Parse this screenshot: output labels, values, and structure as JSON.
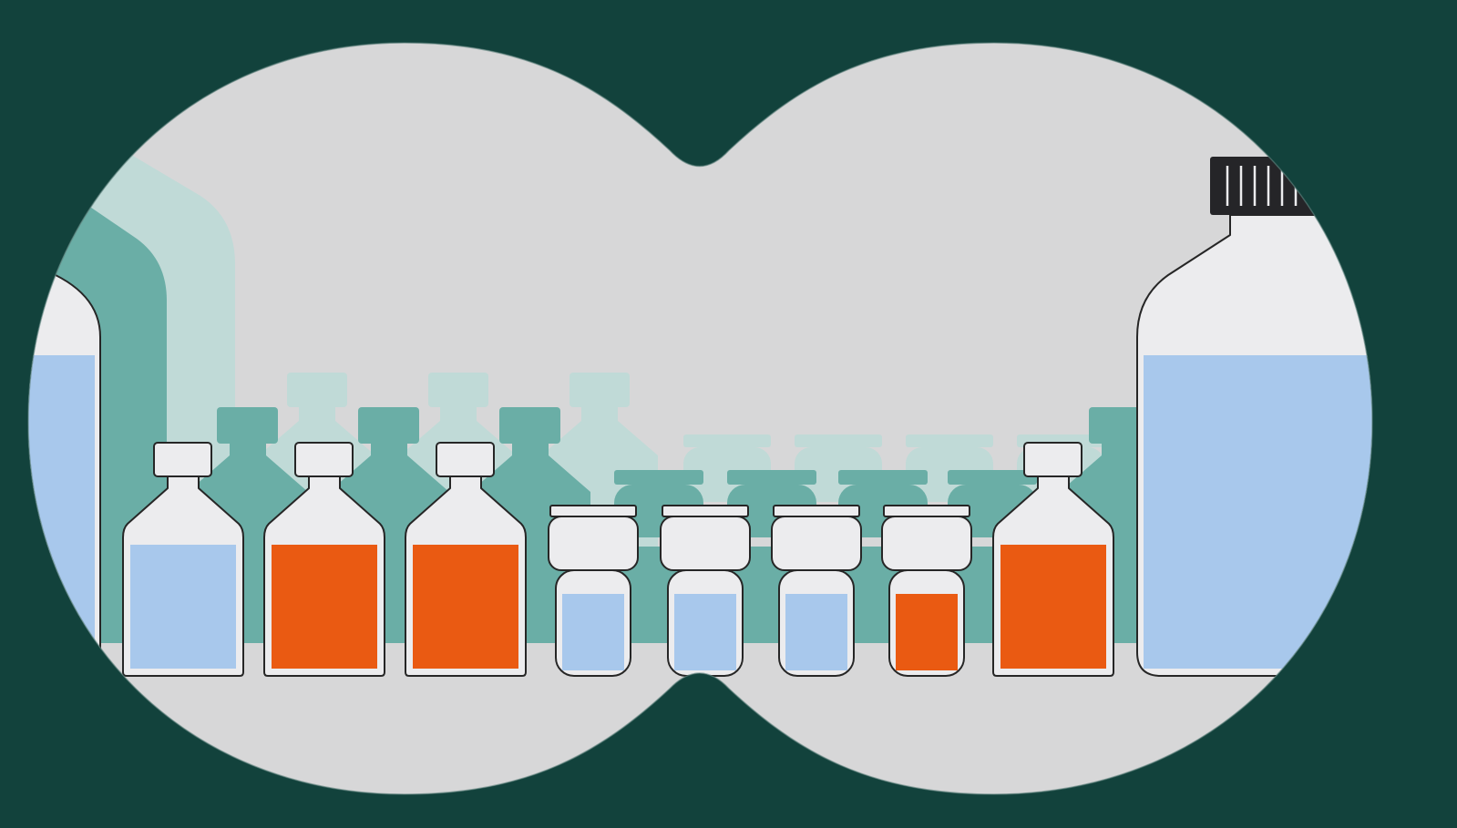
{
  "palette": {
    "background": "#12423c",
    "lens": "#d7d7d8",
    "teal_dark": "#6aaea6",
    "teal_light": "#c0dad7",
    "glass": "#ececee",
    "outline": "#262626",
    "liquid_blue": "#a8c8ec",
    "liquid_orange": "#ea5a12",
    "cap_dark": "#252528"
  },
  "scene": {
    "view": "binocular-view",
    "front_bottles": [
      {
        "kind": "large-bottle",
        "liquid": "blue",
        "cap": "none",
        "partially_visible": "left"
      },
      {
        "kind": "bottle",
        "liquid": "blue",
        "cap": "light"
      },
      {
        "kind": "bottle",
        "liquid": "orange",
        "cap": "light"
      },
      {
        "kind": "bottle",
        "liquid": "orange",
        "cap": "light"
      },
      {
        "kind": "vial",
        "liquid": "blue",
        "cap": "flip-top"
      },
      {
        "kind": "vial",
        "liquid": "blue",
        "cap": "flip-top"
      },
      {
        "kind": "vial",
        "liquid": "blue",
        "cap": "flip-top"
      },
      {
        "kind": "vial",
        "liquid": "orange",
        "cap": "flip-top"
      },
      {
        "kind": "bottle",
        "liquid": "orange",
        "cap": "light"
      },
      {
        "kind": "large-bottle",
        "liquid": "blue",
        "cap": "dark-ribbed",
        "partially_visible": "right"
      }
    ]
  }
}
